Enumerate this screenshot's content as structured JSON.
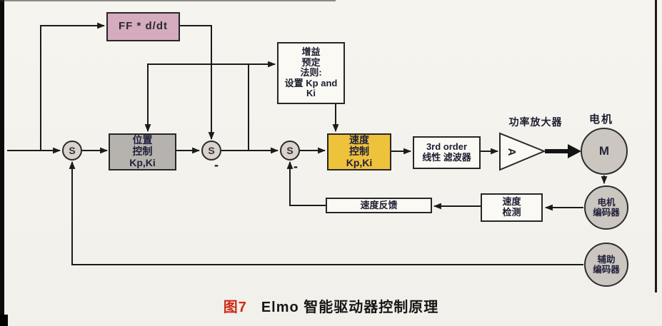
{
  "diagram": {
    "ff_box": {
      "label": "FF * d/dt"
    },
    "gain_box": {
      "label": "增益\n预定\n法则:\n设置 Kp and\nKi"
    },
    "position_box": {
      "label": "位置\n控制\nKp,Ki"
    },
    "velocity_box": {
      "label": "速度\n控制\nKp,Ki"
    },
    "filter_box": {
      "label": "3rd order\n线性 滤波器"
    },
    "amplifier": {
      "letter": "A",
      "title": "功率放大器"
    },
    "motor": {
      "letter": "M",
      "title": "电机"
    },
    "motor_encoder": {
      "label": "电机\n编码器"
    },
    "aux_encoder": {
      "label": "辅助\n编码器"
    },
    "speed_detect_box": {
      "label": "速度\n检测"
    },
    "speed_feedback_box": {
      "label": "速度反馈"
    },
    "summer_label": "S",
    "minus_sign": "-"
  },
  "caption": {
    "figure_no": "图7",
    "title": "Elmo 智能驱动器控制原理"
  },
  "colors": {
    "ff_box_bg": "#d4abbf",
    "position_box_bg": "#b6b3ae",
    "velocity_box_bg": "#efc23c",
    "white_box_bg": "#faf9f4",
    "circle_bg": "#d9d3cc",
    "node_circle_bg": "#cbc6c0",
    "caption_red": "#cd2a16"
  }
}
